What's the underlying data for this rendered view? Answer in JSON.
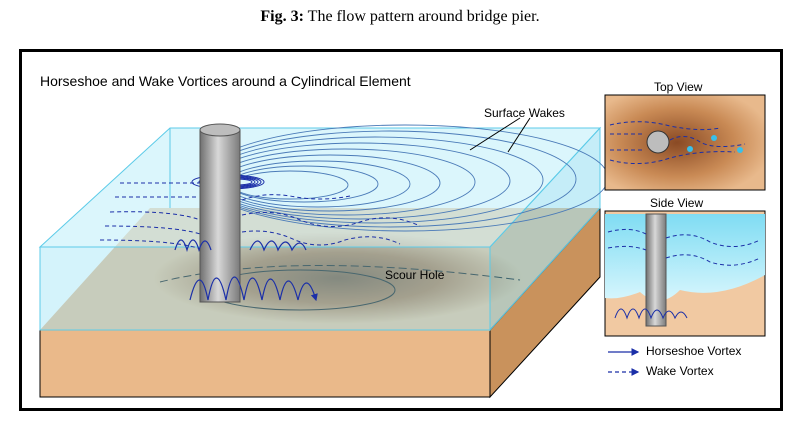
{
  "caption": {
    "prefix": "Fig. 3:",
    "text": " The flow pattern around bridge pier."
  },
  "diagram": {
    "title": "Horseshoe and Wake Vortices around a Cylindrical Element",
    "labels": {
      "surface_wakes": "Surface Wakes",
      "scour_hole": "Scour Hole",
      "top_view": "Top View",
      "side_view": "Side View"
    },
    "legend": [
      {
        "label": "Horseshoe Vortex",
        "style": "solid"
      },
      {
        "label": "Wake Vortex",
        "style": "dashed"
      }
    ]
  },
  "colors": {
    "water": "#bfeefa",
    "water_edge": "#5ccbe8",
    "sand": "#e8b98c",
    "sand_dark": "#9a5a2c",
    "pier": "#a9a9a9",
    "vortex": "#1b2fa8",
    "wake_line": "#4b7bb8"
  }
}
